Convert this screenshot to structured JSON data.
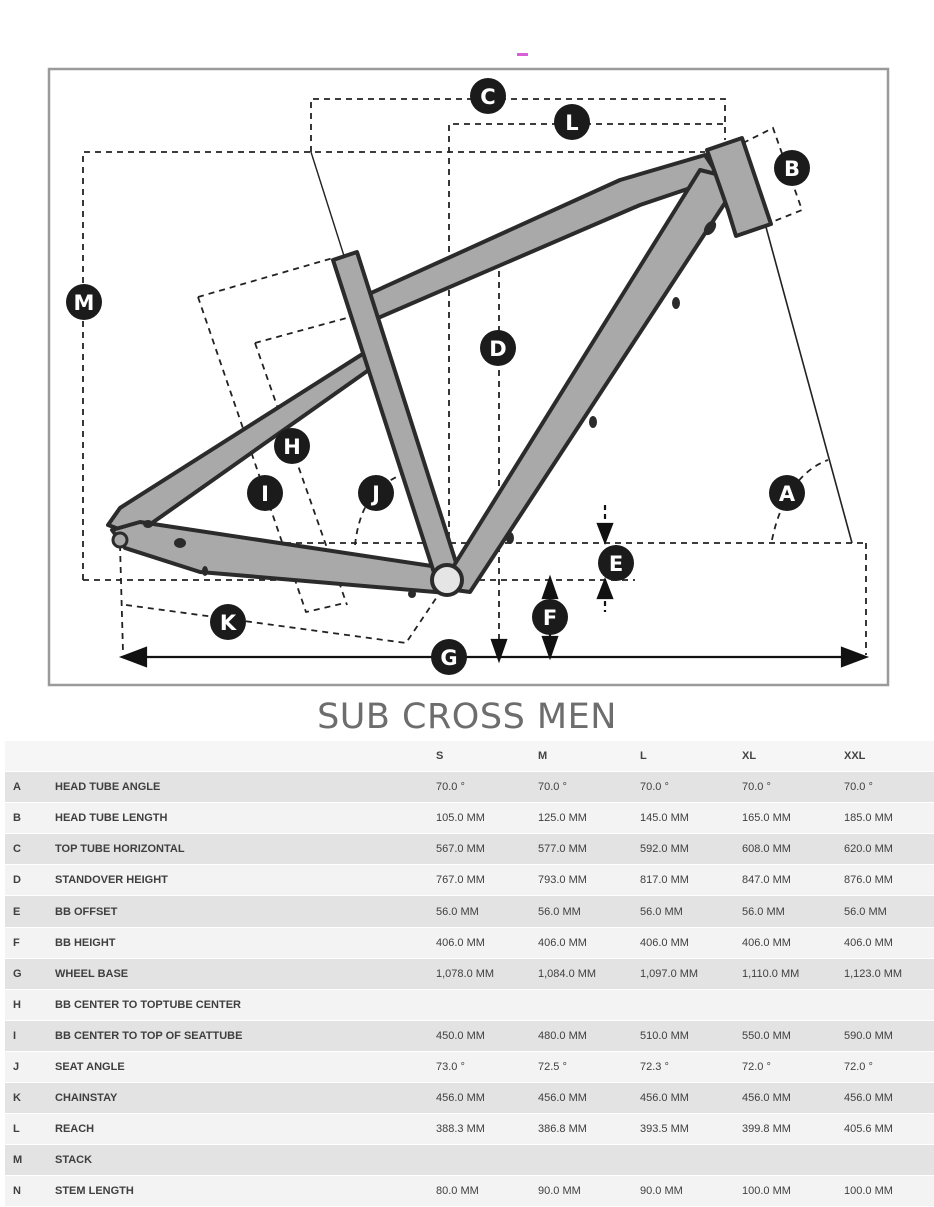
{
  "diagram": {
    "markers": {
      "A": "A",
      "B": "B",
      "C": "C",
      "D": "D",
      "E": "E",
      "F": "F",
      "G": "G",
      "H": "H",
      "I": "I",
      "J": "J",
      "K": "K",
      "L": "L",
      "M": "M"
    },
    "colors": {
      "frame_fill": "#a9a9a9",
      "frame_stroke": "#2b2b2b",
      "badge": "#1b1b1b",
      "border": "#9a9a9a",
      "dash": "#222222"
    }
  },
  "title": "SUB CROSS MEN",
  "table": {
    "headers": [
      "S",
      "M",
      "L",
      "XL",
      "XXL"
    ],
    "rows": [
      {
        "letter": "A",
        "name": "HEAD TUBE ANGLE",
        "values": [
          "70.0 °",
          "70.0 °",
          "70.0 °",
          "70.0 °",
          "70.0 °"
        ]
      },
      {
        "letter": "B",
        "name": "HEAD TUBE LENGTH",
        "values": [
          "105.0 MM",
          "125.0 MM",
          "145.0 MM",
          "165.0 MM",
          "185.0 MM"
        ]
      },
      {
        "letter": "C",
        "name": "TOP TUBE HORIZONTAL",
        "values": [
          "567.0 MM",
          "577.0 MM",
          "592.0 MM",
          "608.0 MM",
          "620.0 MM"
        ]
      },
      {
        "letter": "D",
        "name": "STANDOVER HEIGHT",
        "values": [
          "767.0 MM",
          "793.0 MM",
          "817.0 MM",
          "847.0 MM",
          "876.0 MM"
        ]
      },
      {
        "letter": "E",
        "name": "BB OFFSET",
        "values": [
          "56.0 MM",
          "56.0 MM",
          "56.0 MM",
          "56.0 MM",
          "56.0 MM"
        ]
      },
      {
        "letter": "F",
        "name": "BB HEIGHT",
        "values": [
          "406.0 MM",
          "406.0 MM",
          "406.0 MM",
          "406.0 MM",
          "406.0 MM"
        ]
      },
      {
        "letter": "G",
        "name": "WHEEL BASE",
        "values": [
          "1,078.0 MM",
          "1,084.0 MM",
          "1,097.0 MM",
          "1,110.0 MM",
          "1,123.0 MM"
        ]
      },
      {
        "letter": "H",
        "name": "BB CENTER TO TOPTUBE CENTER",
        "values": [
          "",
          "",
          "",
          "",
          ""
        ]
      },
      {
        "letter": "I",
        "name": "BB CENTER TO TOP OF SEATTUBE",
        "values": [
          "450.0 MM",
          "480.0 MM",
          "510.0 MM",
          "550.0 MM",
          "590.0 MM"
        ]
      },
      {
        "letter": "J",
        "name": "SEAT ANGLE",
        "values": [
          "73.0 °",
          "72.5 °",
          "72.3 °",
          "72.0 °",
          "72.0 °"
        ]
      },
      {
        "letter": "K",
        "name": "CHAINSTAY",
        "values": [
          "456.0 MM",
          "456.0 MM",
          "456.0 MM",
          "456.0 MM",
          "456.0 MM"
        ]
      },
      {
        "letter": "L",
        "name": "REACH",
        "values": [
          "388.3 MM",
          "386.8 MM",
          "393.5 MM",
          "399.8 MM",
          "405.6 MM"
        ]
      },
      {
        "letter": "M",
        "name": "STACK",
        "values": [
          "",
          "",
          "",
          "",
          ""
        ]
      },
      {
        "letter": "N",
        "name": "STEM LENGTH",
        "values": [
          "80.0 MM",
          "90.0 MM",
          "90.0 MM",
          "100.0 MM",
          "100.0 MM"
        ]
      }
    ]
  }
}
